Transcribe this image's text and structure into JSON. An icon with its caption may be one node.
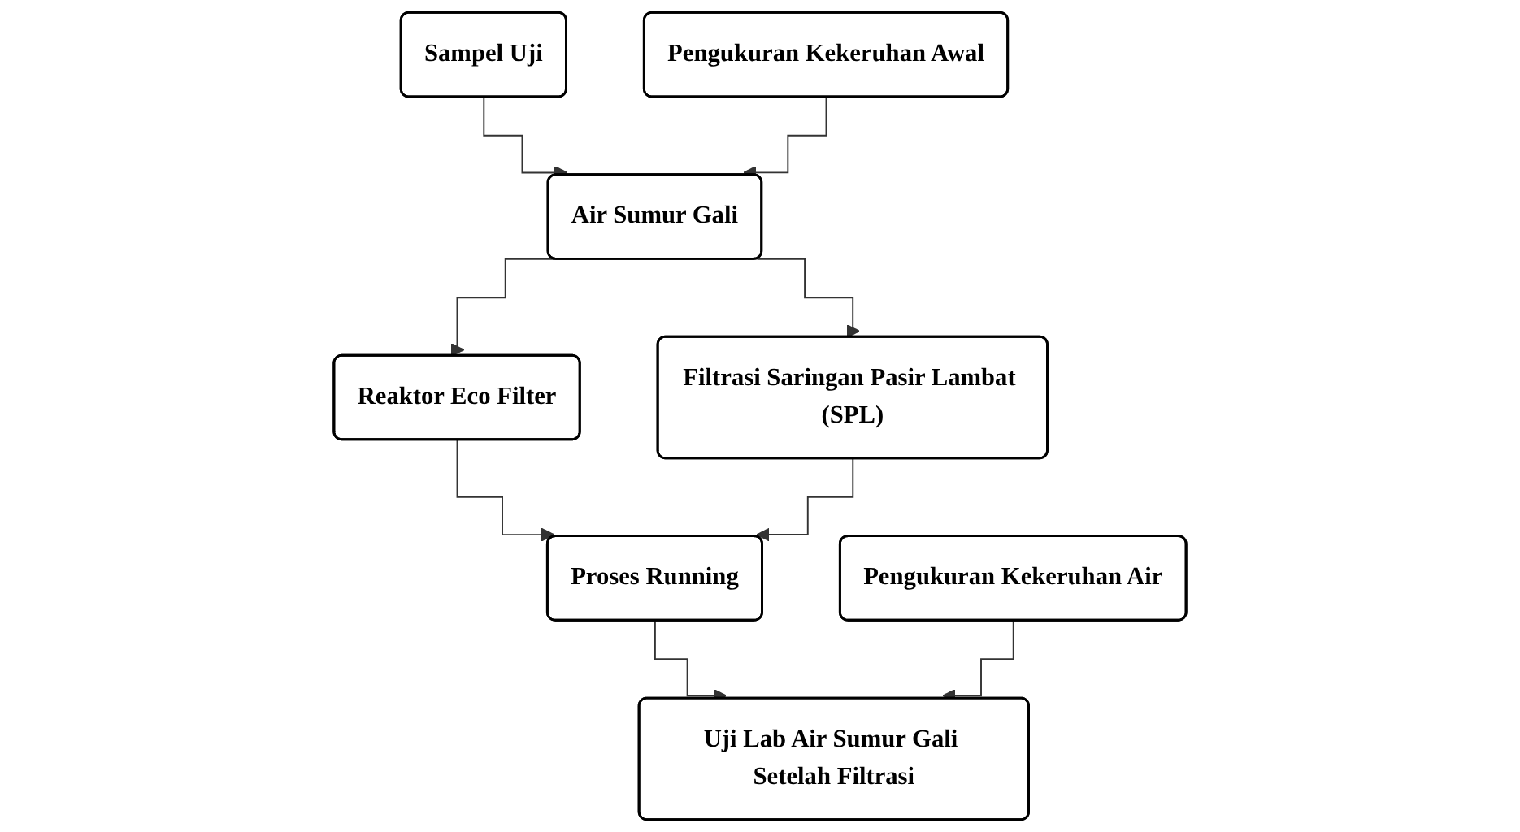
{
  "diagram": {
    "nodes": [
      {
        "text": [
          "Sampel Uji"
        ]
      },
      {
        "text": [
          "Pengukuran Kekeruhan Awal"
        ]
      },
      {
        "text": [
          "Air Sumur Gali"
        ]
      },
      {
        "text": [
          "Reaktor Eco Filter"
        ]
      },
      {
        "text": [
          "Filtrasi Saringan Pasir Lambat (SPL)"
        ]
      },
      {
        "text": [
          "Proses Running"
        ]
      },
      {
        "text": [
          "Pengukuran Kekeruhan Air"
        ]
      },
      {
        "text": [
          "Uji Lab Air Sumur Gali Setelah Filtrasi"
        ]
      }
    ],
    "edges": [
      {
        "from": 0,
        "to": 2,
        "arrow": "to"
      },
      {
        "from": 1,
        "to": 2,
        "arrow": "to"
      },
      {
        "from": 2,
        "to": 3,
        "arrow": "to"
      },
      {
        "from": 2,
        "to": 4,
        "arrow": "to"
      },
      {
        "from": 3,
        "to": 5,
        "arrow": "to"
      },
      {
        "from": 4,
        "to": 5,
        "arrow": "to"
      },
      {
        "from": 5,
        "to": 7,
        "arrow": "to"
      },
      {
        "from": 6,
        "to": 7,
        "arrow": "to"
      }
    ]
  }
}
